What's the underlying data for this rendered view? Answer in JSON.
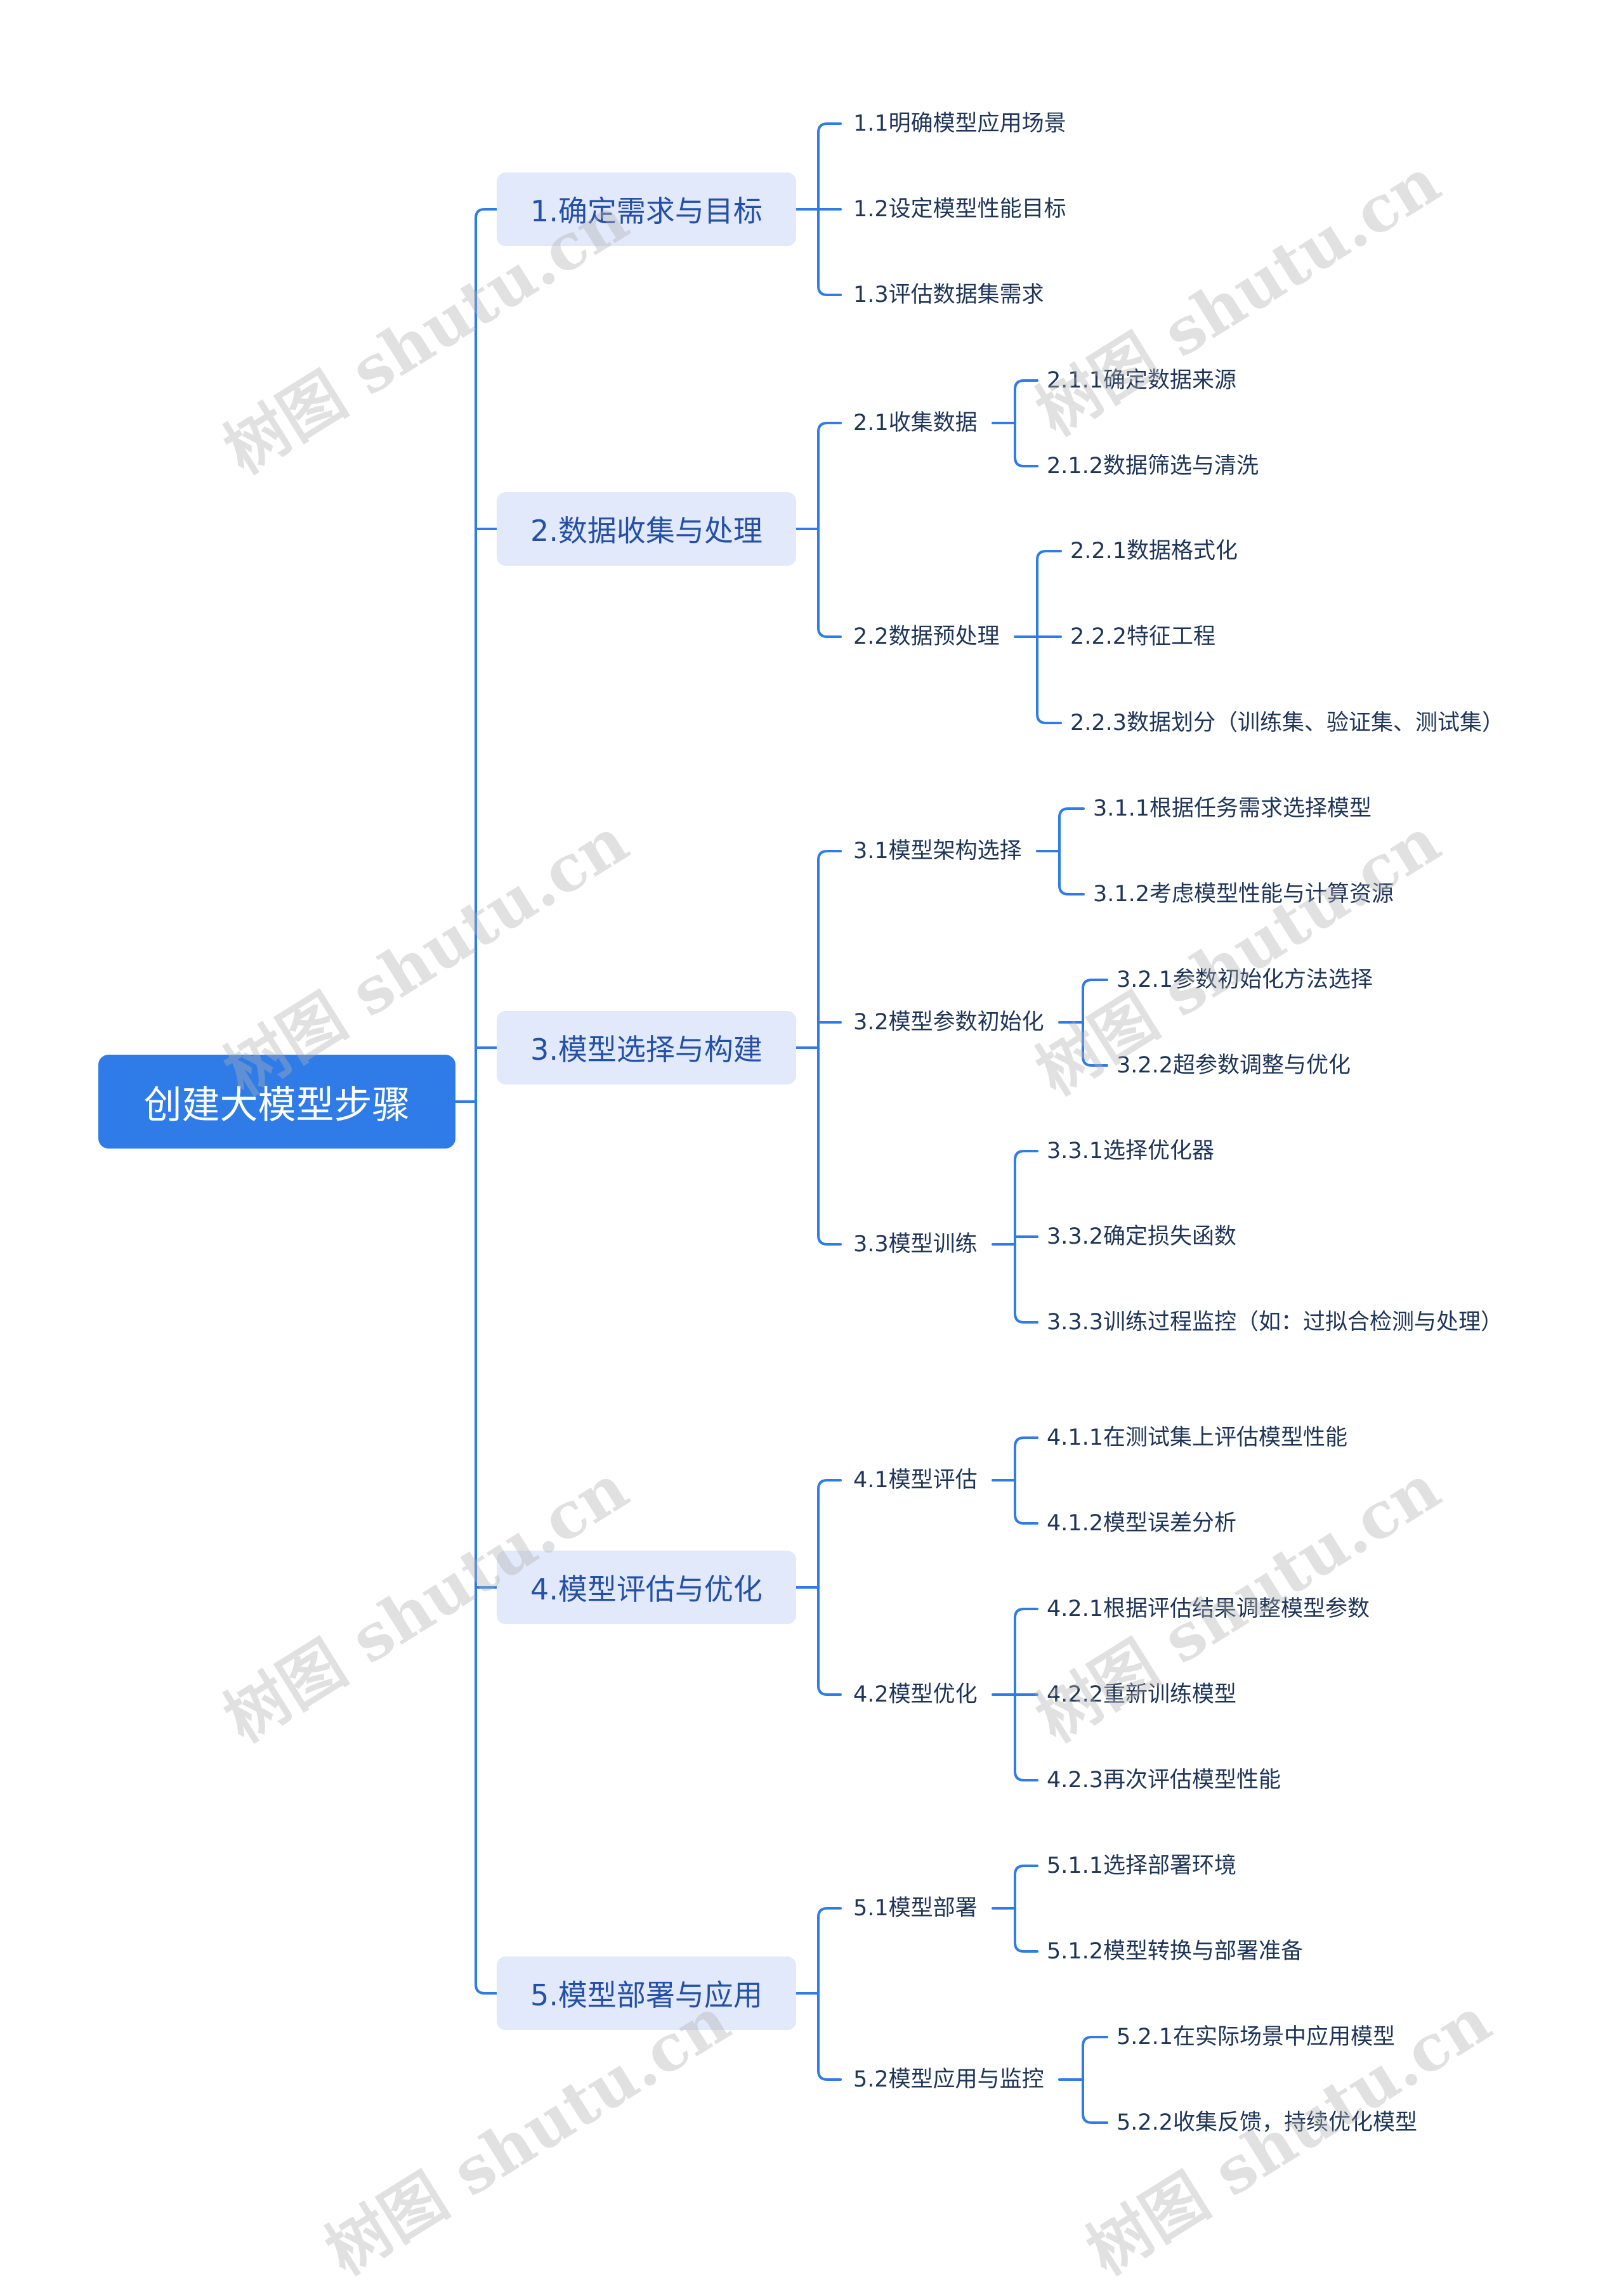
{
  "root": {
    "label": "创建大模型步骤"
  },
  "branches": [
    {
      "label": "1.确定需求与目标",
      "children": [
        {
          "label": "1.1明确模型应用场景"
        },
        {
          "label": "1.2设定模型性能目标"
        },
        {
          "label": "1.3评估数据集需求"
        }
      ]
    },
    {
      "label": "2.数据收集与处理",
      "children": [
        {
          "label": "2.1收集数据",
          "children": [
            {
              "label": "2.1.1确定数据来源"
            },
            {
              "label": "2.1.2数据筛选与清洗"
            }
          ]
        },
        {
          "label": "2.2数据预处理",
          "children": [
            {
              "label": "2.2.1数据格式化"
            },
            {
              "label": "2.2.2特征工程"
            },
            {
              "label": "2.2.3数据划分（训练集、验证集、测试集）"
            }
          ]
        }
      ]
    },
    {
      "label": "3.模型选择与构建",
      "children": [
        {
          "label": "3.1模型架构选择",
          "children": [
            {
              "label": "3.1.1根据任务需求选择模型"
            },
            {
              "label": "3.1.2考虑模型性能与计算资源"
            }
          ]
        },
        {
          "label": "3.2模型参数初始化",
          "children": [
            {
              "label": "3.2.1参数初始化方法选择"
            },
            {
              "label": "3.2.2超参数调整与优化"
            }
          ]
        },
        {
          "label": "3.3模型训练",
          "children": [
            {
              "label": "3.3.1选择优化器"
            },
            {
              "label": "3.3.2确定损失函数"
            },
            {
              "label": "3.3.3训练过程监控（如：过拟合检测与处理）"
            }
          ]
        }
      ]
    },
    {
      "label": "4.模型评估与优化",
      "children": [
        {
          "label": "4.1模型评估",
          "children": [
            {
              "label": "4.1.1在测试集上评估模型性能"
            },
            {
              "label": "4.1.2模型误差分析"
            }
          ]
        },
        {
          "label": "4.2模型优化",
          "children": [
            {
              "label": "4.2.1根据评估结果调整模型参数"
            },
            {
              "label": "4.2.2重新训练模型"
            },
            {
              "label": "4.2.3再次评估模型性能"
            }
          ]
        }
      ]
    },
    {
      "label": "5.模型部署与应用",
      "children": [
        {
          "label": "5.1模型部署",
          "children": [
            {
              "label": "5.1.1选择部署环境"
            },
            {
              "label": "5.1.2模型转换与部署准备"
            }
          ]
        },
        {
          "label": "5.2模型应用与监控",
          "children": [
            {
              "label": "5.2.1在实际场景中应用模型"
            },
            {
              "label": "5.2.2收集反馈，持续优化模型"
            }
          ]
        }
      ]
    }
  ],
  "watermark": "树图 shutu.cn",
  "colors": {
    "root_bg": "#2f7ce8",
    "branch_bg": "#e2e9fb",
    "branch_text": "#2450a6",
    "line": "#2f7ce8",
    "leaf_text": "#1f3557"
  }
}
